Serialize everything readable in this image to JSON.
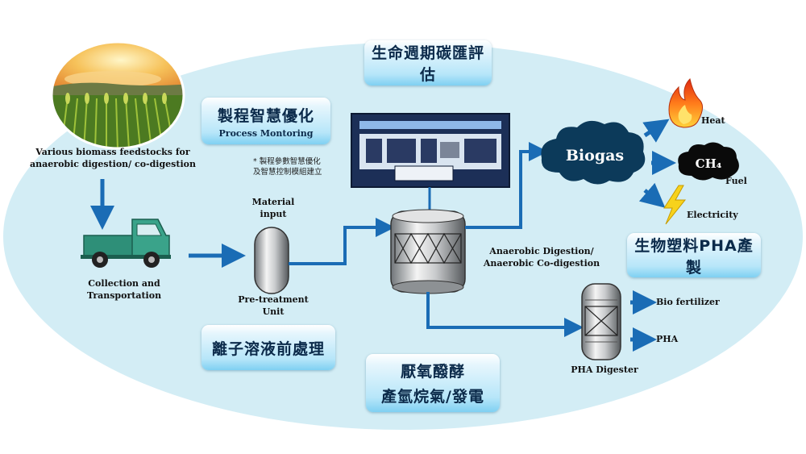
{
  "boxes": {
    "lca": "生命週期碳匯評估",
    "process_zh": "製程智慧優化",
    "process_en": "Process Montoring",
    "pha_production": "生物塑料PHA產製",
    "ionic": "離子溶液前處理",
    "anaerobic_line1": "厭氧醱酵",
    "anaerobic_line2": "產氫烷氣/發電"
  },
  "notes": {
    "process_line1": "* 製程參數智慧優化",
    "process_line2": "及智慧控制模組建立"
  },
  "labels": {
    "feedstock_line1": "Various biomass feedstocks for",
    "feedstock_line2": "anaerobic digestion/ co-digestion",
    "collection_line1": "Collection and",
    "collection_line2": "Transportation",
    "material_line1": "Material",
    "material_line2": "input",
    "pretreat_line1": "Pre-treatment",
    "pretreat_line2": "Unit",
    "ad_line1": "Anaerobic Digestion/",
    "ad_line2": "Anaerobic Co-digestion",
    "biogas": "Biogas",
    "heat": "Heat",
    "ch4": "CH₄",
    "fuel": "Fuel",
    "electricity": "Electricity",
    "bio_fertilizer": "Bio fertilizer",
    "pha": "PHA",
    "pha_digester": "PHA Digester"
  },
  "colors": {
    "ellipse": "#d3edf5",
    "arrow": "#1a6cb5",
    "cloud": "#0c3a5a",
    "box_text": "#0b2a4a"
  },
  "icons": [
    "farm-field-icon",
    "truck-icon",
    "pretreatment-tank-icon",
    "digester-tank-icon",
    "monitor-panel-icon",
    "flame-icon",
    "methane-cloud-icon",
    "lightning-icon",
    "pha-digester-icon"
  ]
}
